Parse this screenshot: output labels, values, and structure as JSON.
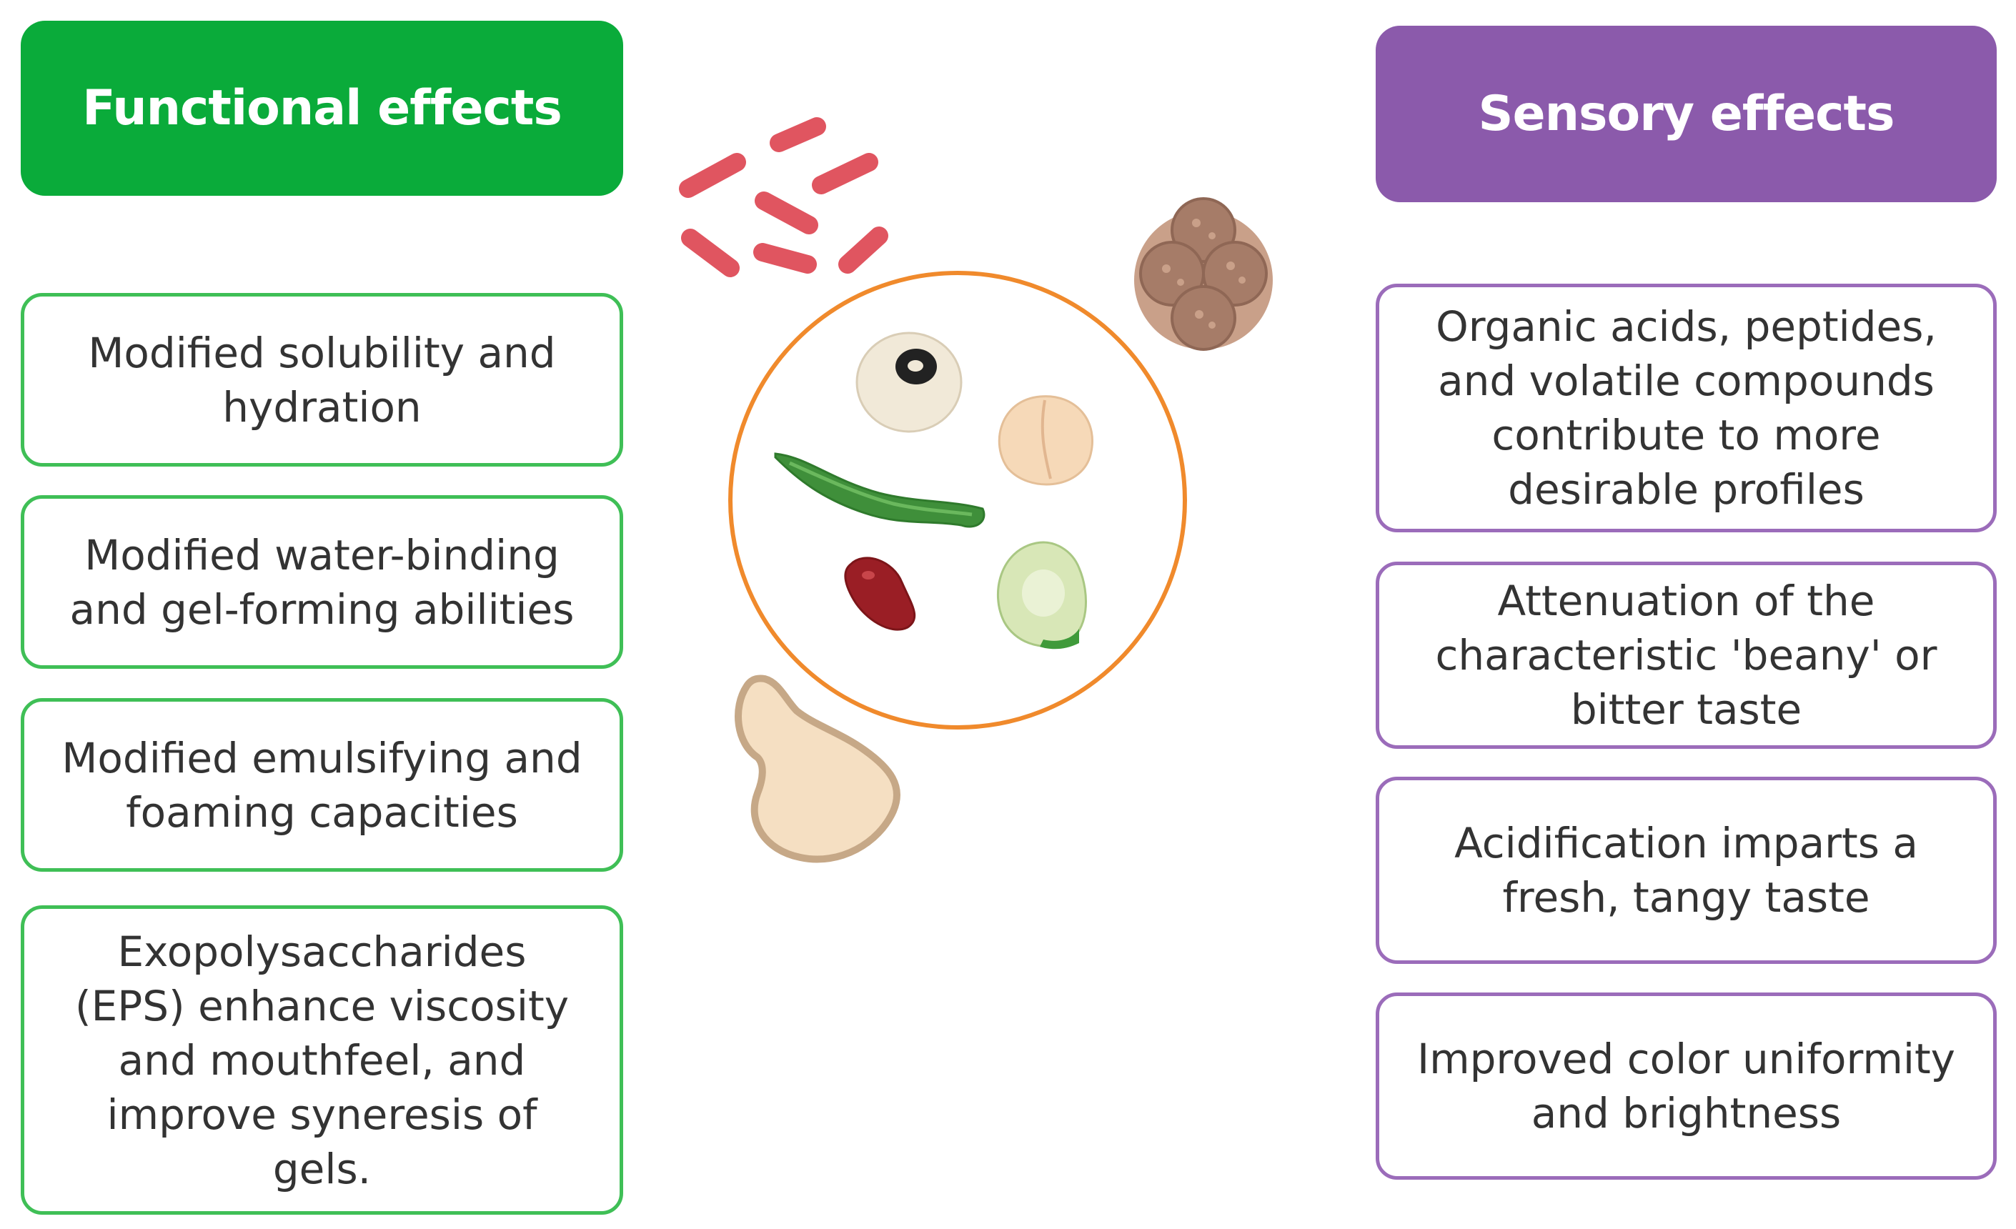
{
  "functional": {
    "title": "Functional effects",
    "color": "#0aab3a",
    "border_color": "#3fbf56",
    "items": [
      {
        "lines": [
          "Modified solubility and",
          "hydration"
        ]
      },
      {
        "lines": [
          "Modified water-binding",
          "and gel-forming abilities"
        ]
      },
      {
        "lines": [
          "Modified emulsifying and",
          "foaming capacities"
        ]
      },
      {
        "lines": [
          "Exopolysaccharides",
          "(EPS) enhance viscosity",
          "and mouthfeel, and",
          "improve syneresis of",
          "gels."
        ]
      }
    ]
  },
  "sensory": {
    "title": "Sensory effects",
    "color": "#8b5aab",
    "border_color": "#9b6cba",
    "items": [
      {
        "lines": [
          "Organic acids, peptides,",
          "and volatile compounds",
          "contribute to more",
          "desirable profiles"
        ]
      },
      {
        "lines": [
          "Attenuation of the",
          "characteristic 'beany' or",
          "bitter taste"
        ]
      },
      {
        "lines": [
          "Acidification imparts a",
          "fresh, tangy taste"
        ]
      },
      {
        "lines": [
          "Improved color uniformity",
          "and brightness"
        ]
      }
    ]
  },
  "illustration": {
    "icons": [
      "rod-bacteria-icon",
      "coccus-cluster-icon",
      "legume-circle-icon",
      "yeast-cell-icon"
    ]
  }
}
